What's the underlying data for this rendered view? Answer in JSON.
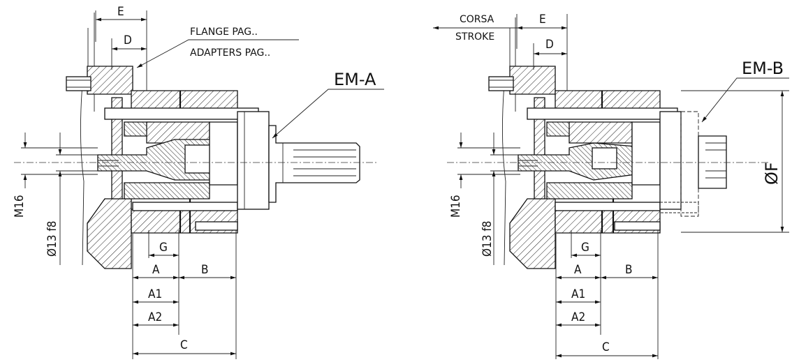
{
  "view_left": {
    "label_em": "EM-A",
    "label_flange": "FLANGE PAG..",
    "label_adapters": "ADAPTERS PAG..",
    "dim_e": "E",
    "dim_d": "D",
    "dim_m16": "M16",
    "dim_dia13": "Ø13 f8",
    "dim_g": "G",
    "dim_a": "A",
    "dim_b": "B",
    "dim_a1": "A1",
    "dim_a2": "A2",
    "dim_c": "C"
  },
  "view_right": {
    "label_em": "EM-B",
    "label_corsa": "CORSA",
    "label_stroke": "STROKE",
    "dim_e": "E",
    "dim_d": "D",
    "dim_m16": "M16",
    "dim_dia13": "Ø13 f8",
    "dim_g": "G",
    "dim_a": "A",
    "dim_b": "B",
    "dim_a1": "A1",
    "dim_a2": "A2",
    "dim_c": "C",
    "dim_f": "ØF"
  },
  "colors": {
    "line": "#111111",
    "background": "#ffffff"
  }
}
